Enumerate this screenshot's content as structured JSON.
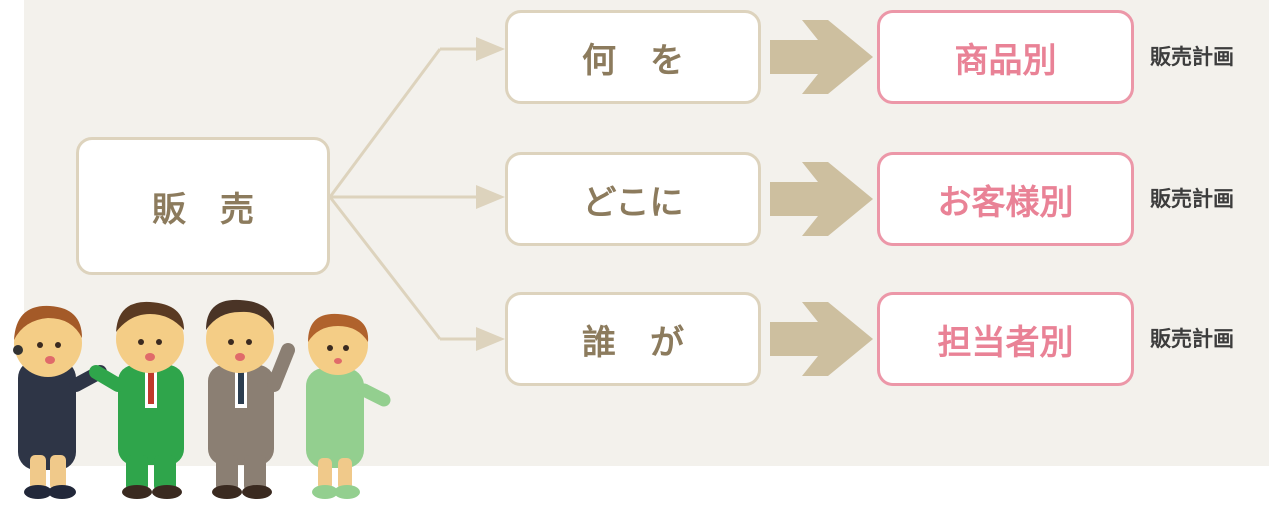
{
  "root": {
    "label": "販　売"
  },
  "rows": [
    {
      "question": "何　を",
      "result": "商品別",
      "suffix": "販売計画"
    },
    {
      "question": "どこに",
      "result": "お客様別",
      "suffix": "販売計画"
    },
    {
      "question": "誰　が",
      "result": "担当者別",
      "suffix": "販売計画"
    }
  ],
  "colors": {
    "background": "#f3f1ec",
    "connector": "#ddd3bd",
    "text_brown": "#8c7b5d",
    "accent_pink": "#ec97a8"
  },
  "illustration": {
    "name": "clay-business-people",
    "count": 4
  }
}
